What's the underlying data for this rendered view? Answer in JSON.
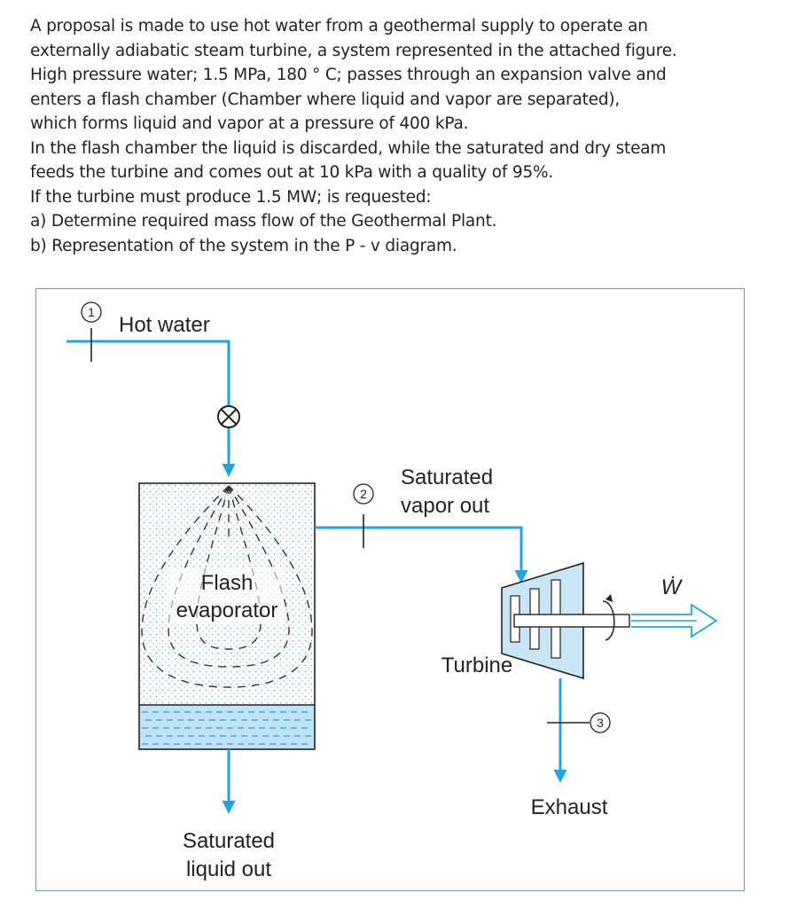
{
  "problem": {
    "lines": [
      "A proposal is made to use hot water from a geothermal supply to operate an",
      "externally adiabatic steam turbine, a system represented in the attached figure.",
      "High pressure water; 1.5 MPa, 180 ° C; passes through an expansion valve and",
      "enters a flash chamber (Chamber where liquid and vapor are separated),",
      "which forms liquid and vapor at a pressure of 400 kPa.",
      "In the flash chamber the liquid is discarded, while the saturated and dry steam",
      "feeds the turbine and comes out at 10 kPa with a quality of 95%.",
      "If the turbine must produce 1.5 MW; is requested:",
      "a) Determine required mass flow of the Geothermal Plant.",
      "b) Representation of the system in the P - v diagram."
    ]
  },
  "figure": {
    "state1": "1",
    "state2": "2",
    "state3": "3",
    "hot_water": "Hot water",
    "flash_line1": "Flash",
    "flash_line2": "evaporator",
    "sat_vapor_line1": "Saturated",
    "sat_vapor_line2": "vapor out",
    "turbine": "Turbine",
    "work": "Ẇ",
    "exhaust": "Exhaust",
    "sat_liquid_line1": "Saturated",
    "sat_liquid_line2": "liquid out"
  },
  "colors": {
    "flow_line": "#1ea6e0",
    "liquid": "#bfe4f7",
    "turbine_fill": "#c9e6f7",
    "frame": "#7a95b8"
  }
}
